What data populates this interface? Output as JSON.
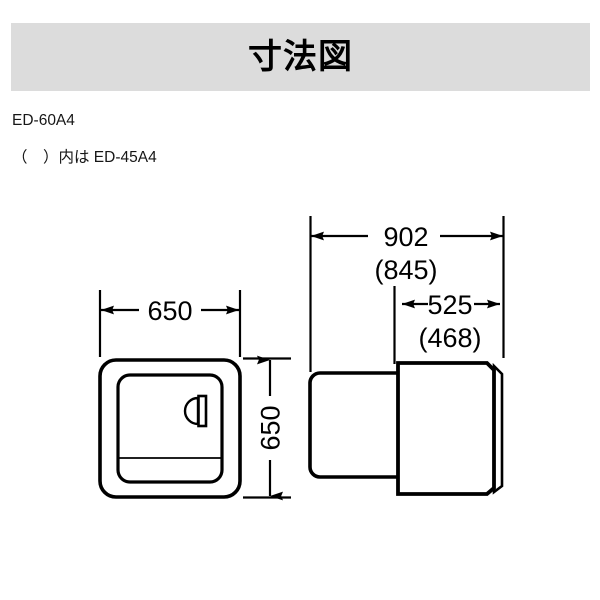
{
  "header": {
    "title": "寸法図"
  },
  "captions": {
    "model": "ED-60A4",
    "variant": "（　）内は ED-45A4"
  },
  "views": {
    "front": {
      "name": "front-view",
      "parts": [
        "outer-cabinet-outline",
        "door-panel",
        "lower-panel-divider",
        "door-handle"
      ]
    },
    "side": {
      "name": "side-view",
      "parts": [
        "rear-body-outline",
        "front-body-outline",
        "front-body-bevel-edge"
      ]
    }
  },
  "dimensions": {
    "front_width": {
      "label": "650",
      "orientation": "horizontal",
      "unit": "mm"
    },
    "front_height": {
      "label": "650",
      "orientation": "vertical",
      "unit": "mm"
    },
    "side_total_depth": {
      "label": "902",
      "alt_label": "(845)",
      "orientation": "horizontal",
      "unit": "mm"
    },
    "side_body_depth": {
      "label": "525",
      "alt_label": "(468)",
      "orientation": "horizontal",
      "unit": "mm"
    }
  },
  "colors": {
    "header_bg": "#dcdcdc",
    "ink": "#000000",
    "page_bg": "#ffffff"
  }
}
